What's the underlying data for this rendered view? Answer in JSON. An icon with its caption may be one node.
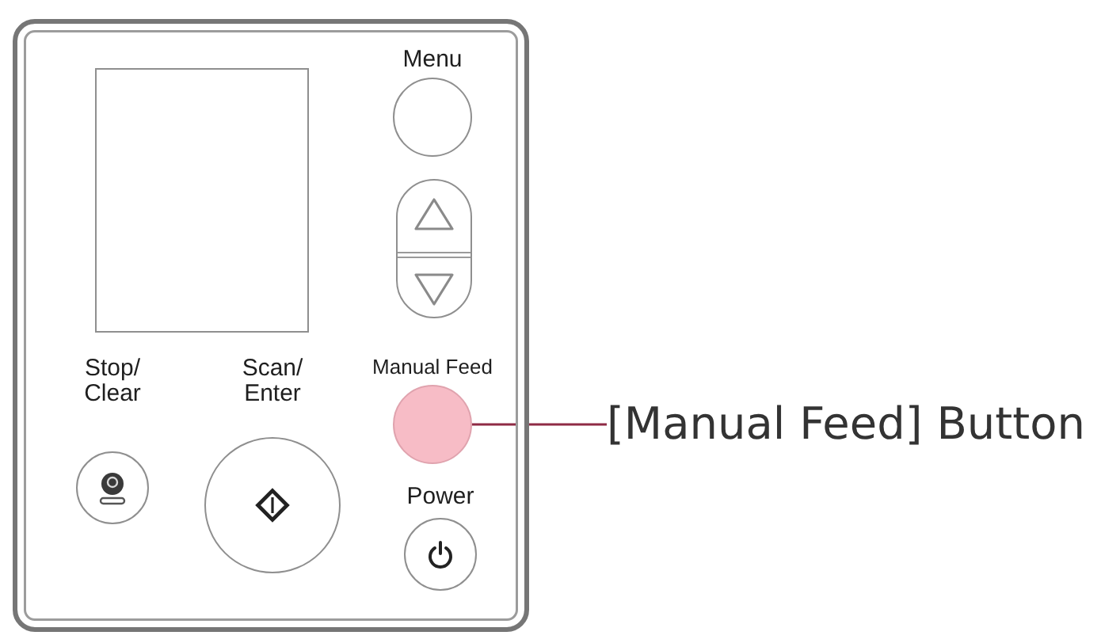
{
  "diagram": {
    "nodes": [
      {
        "text": [],
        "shape": "box"
      },
      {
        "text": [],
        "shape": "box",
        "in": 0
      },
      {
        "text": [
          "Menu"
        ],
        "in": 0
      },
      {
        "text": [],
        "shape": "box",
        "in": 0
      },
      {
        "text": [
          "Stop/ Clear"
        ],
        "in": 0
      },
      {
        "text": [
          "Scan/ Enter"
        ],
        "in": 0
      },
      {
        "text": [
          "Manual Feed"
        ],
        "in": 0
      },
      {
        "text": [
          "Power"
        ],
        "in": 0
      },
      {
        "text": [
          "[Manual Feed] Button"
        ]
      }
    ],
    "edges": [
      {
        "from": 8,
        "to": 6,
        "arrow": "none"
      }
    ]
  }
}
